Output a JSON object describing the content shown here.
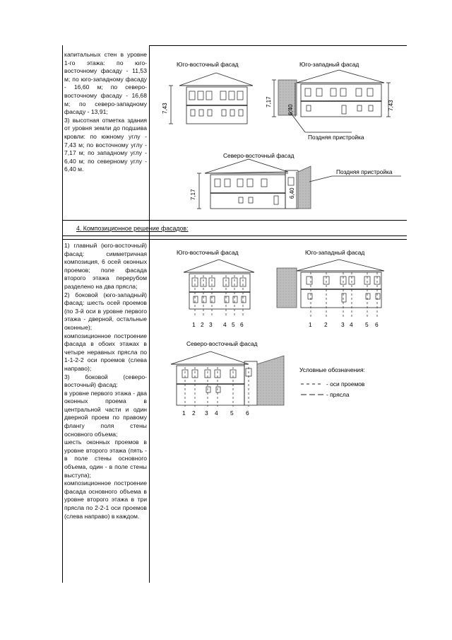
{
  "section1": {
    "text": "капитальных стен в уровне 1-го этажа: по юго-восточному фасаду - 11,53 м; по юго-западному фасаду - 16,60 м; по северо-восточному фасаду - 16,68 м; по северо-западному фасаду - 13,91;\n3) высотная отметка здания от уровня земли до подшива кровли: по южному углу - 7,43 м; по восточному углу - 7,17 м; по западному углу - 6,40 м; по северному углу - 6,40 м.",
    "facade_se": "Юго-восточный фасад",
    "facade_sw": "Юго-западный фасад",
    "facade_ne": "Северо-восточный фасад",
    "annex_label": "Поздняя пристройка",
    "annex_label_2": "Поздняя пристройка",
    "dim_743": "7,43",
    "dim_717": "7,17",
    "dim_640": "6,40",
    "dim_743b": "7,43",
    "dim_717b": "7,17",
    "dim_640b": "6,40"
  },
  "section_heading": "4. Композиционное решение фасадов:",
  "section2": {
    "text": "1) главный (юго-восточный) фасад: симметричная композиция, 6 осей оконных проемов; поле фасада второго этажа перерубом разделено на два прясла;\n2) боковой (юго-западный) фасад: шесть осей проемов (по 3-й оси в уровне первого этажа - дверной, остальные оконные);\nкомпозиционное построение фасада в обоих этажах в четыре неравных прясла по 1-1-2-2 оси проемов (слева направо);\n3) боковой (северо-восточный) фасад:\nв уровне первого этажа - два оконных проема в центральной части и один дверной проем по правому флангу поля стены основного объема;\nшесть оконных проемов в уровне второго этажа (пять - в поле стены основного объема, один - в поле стены выступа);\nкомпозиционное построение фасада основного объема в уровне второго этажа в три прясла по 2-2-1 оси проемов (слева направо) в каждом.",
    "facade_se": "Юго-восточный фасад",
    "facade_sw": "Юго-западный фасад",
    "facade_ne": "Северо-восточный фасад",
    "axes_se": [
      "1",
      "2",
      "3",
      "4",
      "5",
      "6"
    ],
    "axes_sw": [
      "1",
      "2",
      "3",
      "4",
      "5",
      "6"
    ],
    "axes_ne": [
      "1",
      "2",
      "3",
      "4",
      "5",
      "6"
    ],
    "legend_title": "Условные обозначения:",
    "legend_axes": "- оси проемов",
    "legend_bays": "- прясла"
  }
}
